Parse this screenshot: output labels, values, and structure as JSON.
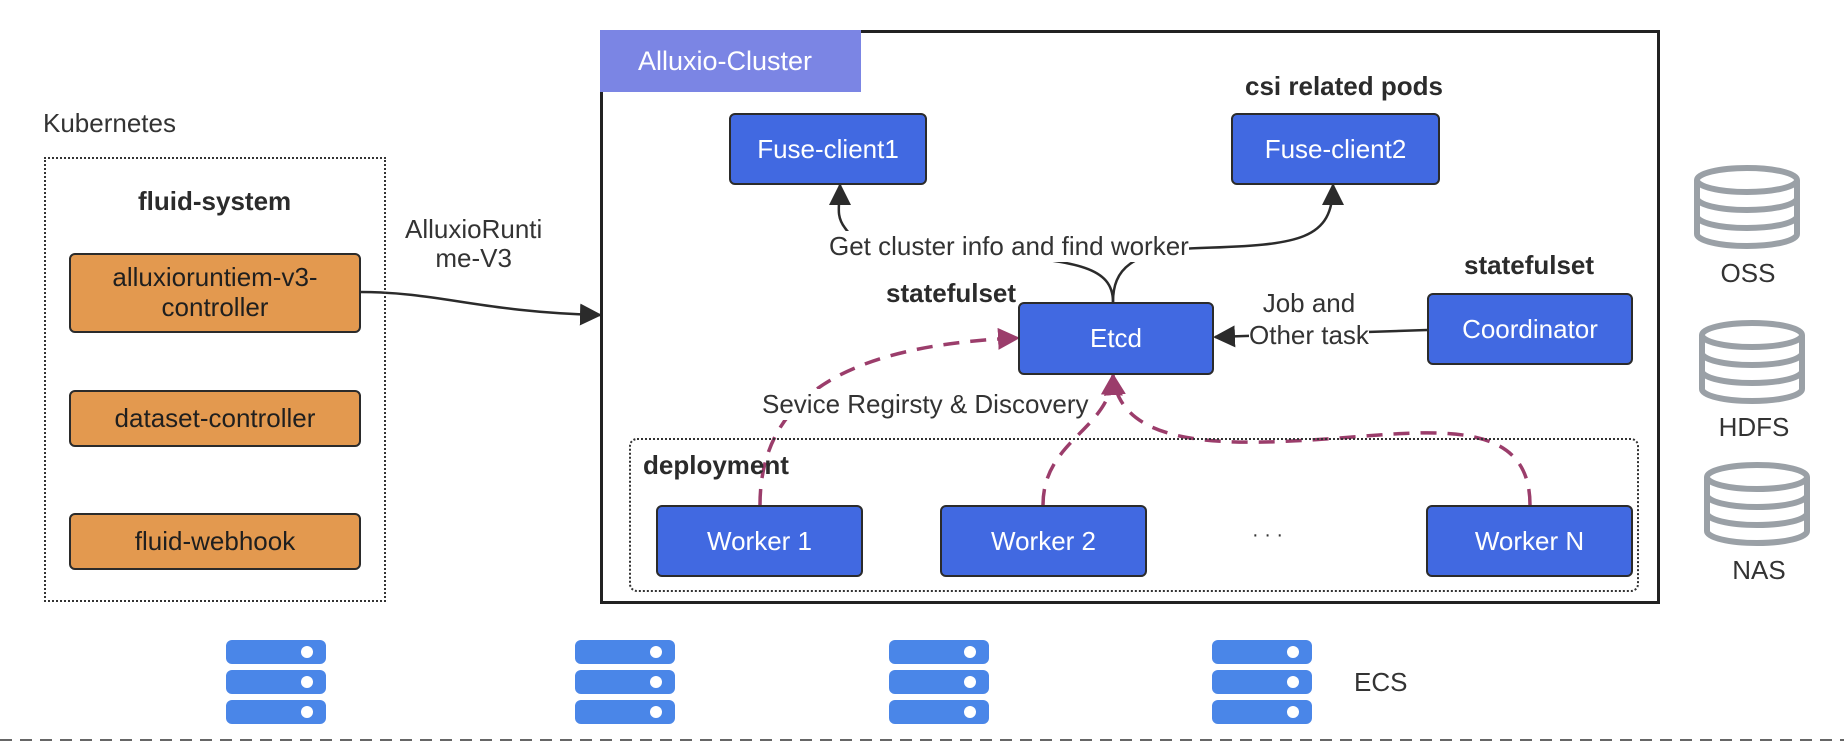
{
  "kubernetes": {
    "label": "Kubernetes",
    "namespace_title": "fluid-system",
    "components": [
      "alluxioruntiem-v3-\ncontroller",
      "dataset-controller",
      "fluid-webhook"
    ]
  },
  "runtime_edge_label": "AlluxioRunti\nme-V3",
  "cluster": {
    "title": "Alluxio-Cluster",
    "csi_title": "csi related pods",
    "fuse_clients": [
      "Fuse-client1",
      "Fuse-client2"
    ],
    "cluster_info_label": "Get cluster info and find worker",
    "etcd_group_label": "statefulset",
    "etcd": "Etcd",
    "job_label": "Job and\nOther task",
    "coordinator_group_label": "statefulset",
    "coordinator": "Coordinator",
    "registry_label": "Sevice Regirsty & Discovery",
    "deployment_title": "deployment",
    "workers": [
      "Worker 1",
      "Worker 2",
      "Worker N"
    ],
    "worker_ellipsis": "·  ·  ·"
  },
  "storage": [
    "OSS",
    "HDFS",
    "NAS"
  ],
  "ecs_label": "ECS",
  "colors": {
    "component_blue": "#4169e1",
    "controller_orange": "#e3994f",
    "cluster_title_bg": "#7b85e4",
    "registry_arrow": "#9b3d6b",
    "storage_icon": "#9aa0a6",
    "ecs_icon": "#4a86e8"
  },
  "icons": {
    "storage": "database-icon",
    "ecs": "server-stack-icon"
  }
}
